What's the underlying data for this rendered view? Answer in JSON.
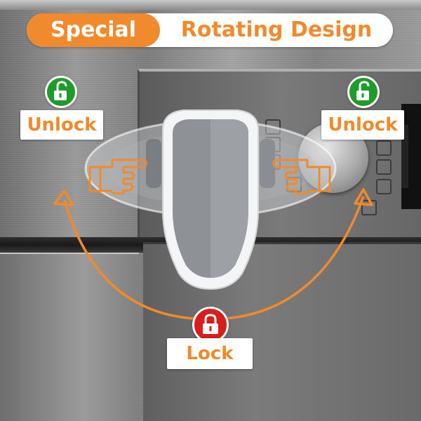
{
  "banner": {
    "highlight_text": "Special",
    "rest_text": "Rotating Design"
  },
  "labels": {
    "unlock_left": "Unlock",
    "unlock_right": "Unlock",
    "lock": "Lock"
  },
  "icons": {
    "unlock_left": "open-padlock-icon",
    "unlock_right": "open-padlock-icon",
    "lock": "closed-padlock-icon",
    "hand_left": "pointing-hand-right-icon",
    "hand_right": "pointing-hand-left-icon"
  },
  "colors": {
    "accent_orange": "#f08a2c",
    "unlock_green": "#1e9c2a",
    "lock_red": "#d91c1c",
    "lock_body_grey": "#8e9296",
    "lock_shell_white": "#f4f5f6"
  }
}
